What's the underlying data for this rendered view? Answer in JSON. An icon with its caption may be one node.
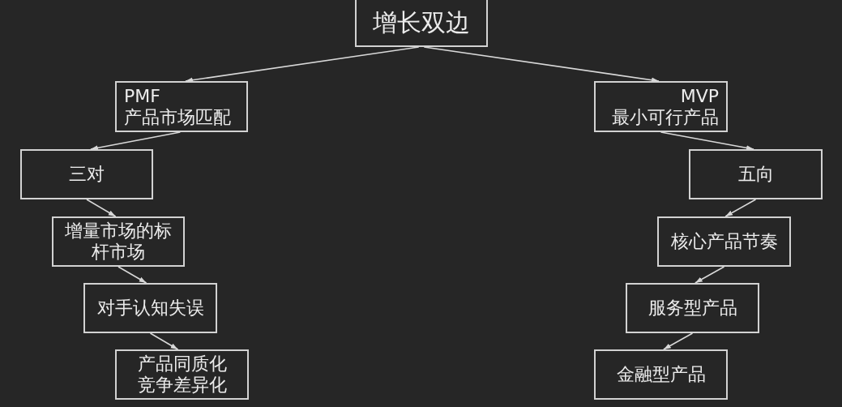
{
  "diagram": {
    "nodes": [
      {
        "text": [
          "增长双边"
        ]
      },
      {
        "text": [
          "PMF",
          "产品市场匹配"
        ]
      },
      {
        "text": [
          "三对"
        ]
      },
      {
        "text": [
          "增量市场的标杆市场"
        ]
      },
      {
        "text": [
          "对手认知失误"
        ]
      },
      {
        "text": [
          "产品同质化",
          "竞争差异化"
        ]
      },
      {
        "text": [
          "MVP",
          "最小可行产品"
        ]
      },
      {
        "text": [
          "五向"
        ]
      },
      {
        "text": [
          "核心产品节奏"
        ]
      },
      {
        "text": [
          "服务型产品"
        ]
      },
      {
        "text": [
          "金融型产品"
        ]
      }
    ],
    "edges": [
      {
        "from": 0,
        "to": 1,
        "arrow": "to"
      },
      {
        "from": 0,
        "to": 6,
        "arrow": "to"
      },
      {
        "from": 1,
        "to": 2,
        "arrow": "to"
      },
      {
        "from": 2,
        "to": 3,
        "arrow": "to"
      },
      {
        "from": 3,
        "to": 4,
        "arrow": "to"
      },
      {
        "from": 4,
        "to": 5,
        "arrow": "to"
      },
      {
        "from": 6,
        "to": 7,
        "arrow": "to"
      },
      {
        "from": 7,
        "to": 8,
        "arrow": "to"
      },
      {
        "from": 8,
        "to": 9,
        "arrow": "to"
      },
      {
        "from": 9,
        "to": 10,
        "arrow": "to"
      }
    ]
  }
}
